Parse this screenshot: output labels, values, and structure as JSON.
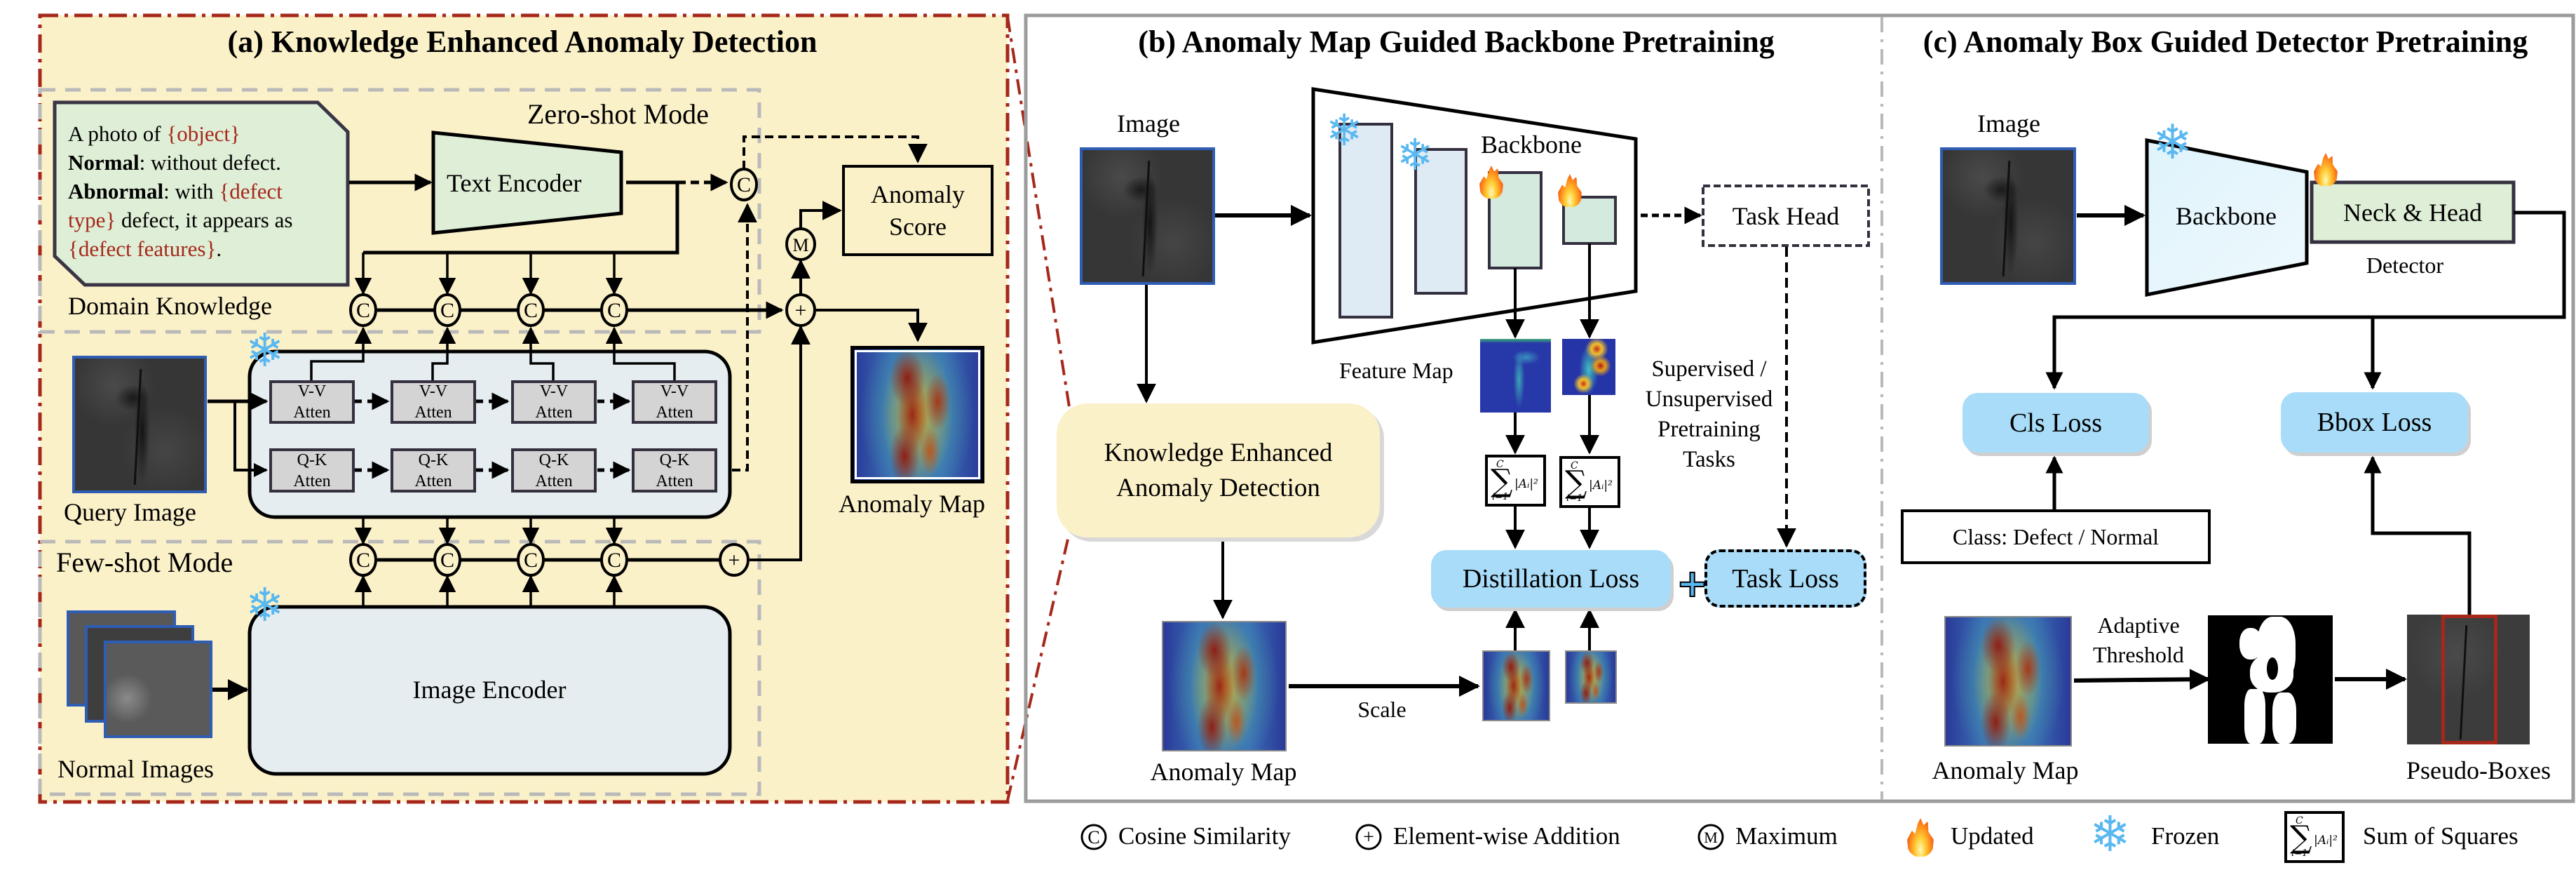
{
  "panels": {
    "a": {
      "title": "(a) Knowledge Enhanced Anomaly Detection",
      "zero_shot_label": "Zero-shot Mode",
      "few_shot_label": "Few-shot Mode",
      "domain_knowledge": {
        "label": "Domain Knowledge",
        "line1_prefix": "A photo of ",
        "line1_var": "{object}",
        "normal_key": "Normal",
        "normal_text": ": without defect.",
        "abnormal_key": "Abnormal",
        "abnormal_text": ": with ",
        "abnormal_var1": "{defect",
        "abnormal_var2": "type}",
        "abnormal_text2": " defect, it appears as",
        "features_var": "{defect features}",
        "features_end": "."
      },
      "text_encoder": "Text Encoder",
      "anomaly_score": [
        "Anomaly",
        "Score"
      ],
      "anomaly_map_label": "Anomaly Map",
      "query_image_label": "Query Image",
      "normal_images_label": "Normal Images",
      "image_encoder": "Image Encoder",
      "vv_blocks": [
        {
          "top": "V-V",
          "bottom": "Atten"
        },
        {
          "top": "V-V",
          "bottom": "Atten"
        },
        {
          "top": "V-V",
          "bottom": "Atten"
        },
        {
          "top": "V-V",
          "bottom": "Atten"
        }
      ],
      "qk_blocks": [
        {
          "top": "Q-K",
          "bottom": "Atten"
        },
        {
          "top": "Q-K",
          "bottom": "Atten"
        },
        {
          "top": "Q-K",
          "bottom": "Atten"
        },
        {
          "top": "Q-K",
          "bottom": "Atten"
        }
      ],
      "ops": {
        "cosine": "C",
        "add": "+",
        "max": "M"
      }
    },
    "b": {
      "title": "(b) Anomaly Map Guided Backbone Pretraining",
      "image_label": "Image",
      "backbone_label": "Backbone",
      "task_head": "Task Head",
      "feature_map_label": "Feature Map",
      "tasks_text": [
        "Supervised /",
        "Unsupervised",
        "Pretraining",
        "Tasks"
      ],
      "kead_box": [
        "Knowledge Enhanced",
        "Anomaly Detection"
      ],
      "distillation_loss": "Distillation Loss",
      "task_loss": "Task Loss",
      "anomaly_map_label": "Anomaly Map",
      "scale_label": "Scale"
    },
    "c": {
      "title": "(c) Anomaly Box Guided Detector Pretraining",
      "image_label": "Image",
      "backbone_label": "Backbone",
      "neck_head": "Neck & Head",
      "detector_label": "Detector",
      "cls_loss": "Cls Loss",
      "bbox_loss": "Bbox Loss",
      "class_box": "Class: Defect / Normal",
      "adaptive_threshold": [
        "Adaptive",
        "Threshold"
      ],
      "anomaly_map_label": "Anomaly Map",
      "pseudo_boxes_label": "Pseudo-Boxes"
    }
  },
  "sum_formula": {
    "upper": "C",
    "sigma": "∑",
    "lower": "i=1",
    "term": "|Aᵢ|²"
  },
  "legend": [
    {
      "icon": "cosine-similarity-icon",
      "symbol": "C",
      "label": "Cosine Similarity"
    },
    {
      "icon": "element-wise-addition-icon",
      "symbol": "+",
      "label": "Element-wise Addition"
    },
    {
      "icon": "maximum-icon",
      "symbol": "M",
      "label": "Maximum"
    },
    {
      "icon": "flame-icon",
      "symbol": "",
      "label": "Updated"
    },
    {
      "icon": "snowflake-icon",
      "symbol": "❄",
      "label": "Frozen"
    },
    {
      "icon": "sum-of-squares-icon",
      "symbol": "",
      "label": "Sum of Squares"
    }
  ],
  "colors": {
    "panel_a_bg": "#fbf1c9",
    "panel_a_border": "#a5281b",
    "text_var": "#a5281b",
    "encoder_green": "#dfeed6",
    "attn_gray": "#d4d4d4",
    "vit_box": "#e5edf0",
    "loss_blue": "#a9dcf8",
    "frozen_blue": "#5ab8f0",
    "pseudo_box": "#a5281b"
  }
}
